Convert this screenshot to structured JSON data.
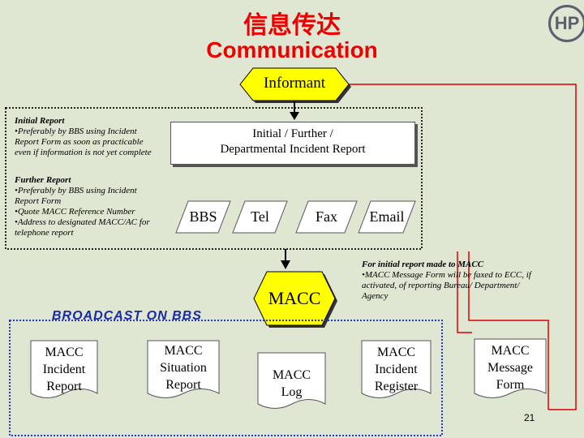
{
  "title": {
    "chinese": "信息传达",
    "english": "Communication"
  },
  "logo": {
    "text": "HP"
  },
  "informant": "Informant",
  "notes": {
    "initial": [
      "Initial Report",
      "•Preferably by BBS using  Incident",
      "Report Form as soon as practicable",
      "even if information is not yet complete"
    ],
    "further": [
      "Further Report",
      "•Preferably by BBS using  Incident",
      "Report Form",
      "•Quote MACC Reference Number",
      "•Address to designated MACC/AC for",
      "telephone report"
    ],
    "macc_fax": [
      "For initial report made to MACC",
      "•MACC Message Form will be faxed to ECC, if",
      "activated, of reporting Bureau/ Department/",
      "Agency"
    ]
  },
  "report_box": [
    "Initial / Further /",
    "Departmental Incident Report"
  ],
  "channels": [
    "BBS",
    "Tel",
    "Fax",
    "Email"
  ],
  "macc": "MACC",
  "broadcast": "BROADCAST ON BBS",
  "documents": [
    [
      "MACC",
      "Incident",
      "Report"
    ],
    [
      "MACC",
      "Situation",
      "Report"
    ],
    [
      "MACC",
      "Log"
    ],
    [
      "MACC",
      "Incident",
      "Register"
    ],
    [
      "MACC",
      "Message",
      "Form"
    ]
  ],
  "page_number": "21",
  "colors": {
    "background": "#dfe6d2",
    "accent": "#ffff00",
    "title": "#ee0000",
    "connector_red": "#dd0000",
    "broadcast_border": "#2436c8"
  }
}
